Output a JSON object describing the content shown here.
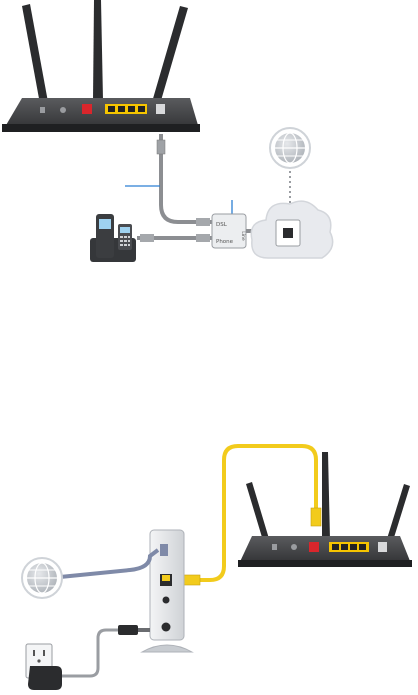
{
  "splitter": {
    "dsl_label": "DSL",
    "phone_label": "Phone",
    "line_label": "Line"
  },
  "colors": {
    "router_body": "#2e2f31",
    "router_top": "#4a4b4d",
    "lan_ports": "#f5c400",
    "power_button": "#d9262c",
    "cable_gray": "#8c8e92",
    "cable_yellow": "#f2cb1c",
    "cable_blue_gray": "#7f8aa8",
    "callout_blue": "#2c7fd3",
    "globe": "#b9bec4",
    "cloud": "#e8eaee"
  },
  "icons": [
    "router-icon",
    "phone-icon",
    "globe-icon",
    "cloud-icon",
    "wall-jack-icon",
    "splitter-icon",
    "modem-icon",
    "power-outlet-icon",
    "power-adapter-icon"
  ]
}
